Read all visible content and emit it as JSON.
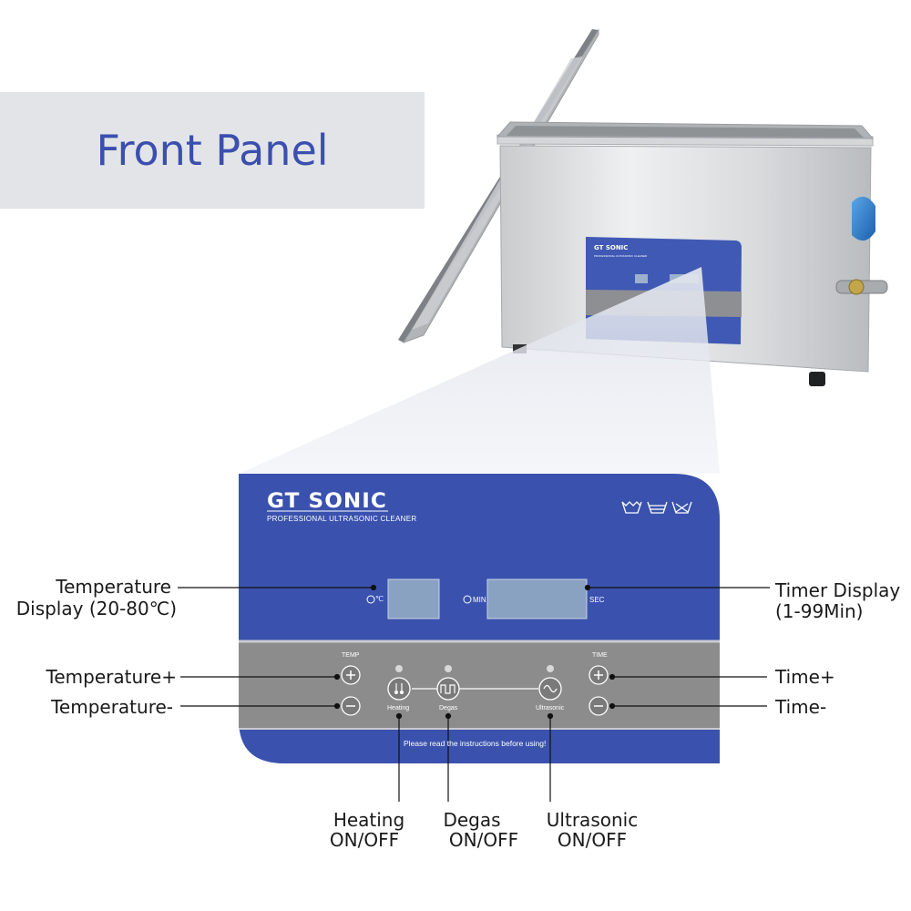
{
  "title": "Front Panel",
  "panel": {
    "brand": "GT SONIC",
    "tagline": "PROFESSIONAL ULTRASONIC CLEANER",
    "warning": "Please read the instructions before using!",
    "temp_section_label": "TEMP",
    "time_section_label": "TIME",
    "temp_unit": "℃",
    "min_unit": "MIN",
    "sec_unit": "SEC",
    "buttons": {
      "heating": "Heating",
      "degas": "Degas",
      "ultrasonic": "Ultrasonic"
    },
    "mini_brand": "GT SONIC",
    "mini_tag": "PROFESSIONAL ULTRASONIC CLEANER"
  },
  "callouts": {
    "temp_display": [
      "Temperature",
      "Display (20-80℃)"
    ],
    "timer_display": [
      "Timer Display",
      "(1-99Min)"
    ],
    "temp_plus": "Temperature+",
    "temp_minus": "Temperature-",
    "time_plus": "Time+",
    "time_minus": "Time-",
    "heating": [
      "Heating",
      "ON/OFF"
    ],
    "degas": [
      "Degas",
      "ON/OFF"
    ],
    "ultrasonic": [
      "Ultrasonic",
      "ON/OFF"
    ]
  },
  "icons": [
    "wash-symbol-icon",
    "wash-temp-symbol-icon",
    "wash-bleach-symbol-icon",
    "thermometer-icon",
    "clock-icon",
    "degas-pulse-icon",
    "ultrasonic-wave-icon",
    "plus-icon",
    "minus-icon"
  ],
  "colors": {
    "panel_blue": "#3a52ad",
    "panel_grey": "#8c8c8c",
    "title_text": "#3a4fae",
    "title_band": "#e3e4e8",
    "lcd": "#8aa2c2"
  }
}
